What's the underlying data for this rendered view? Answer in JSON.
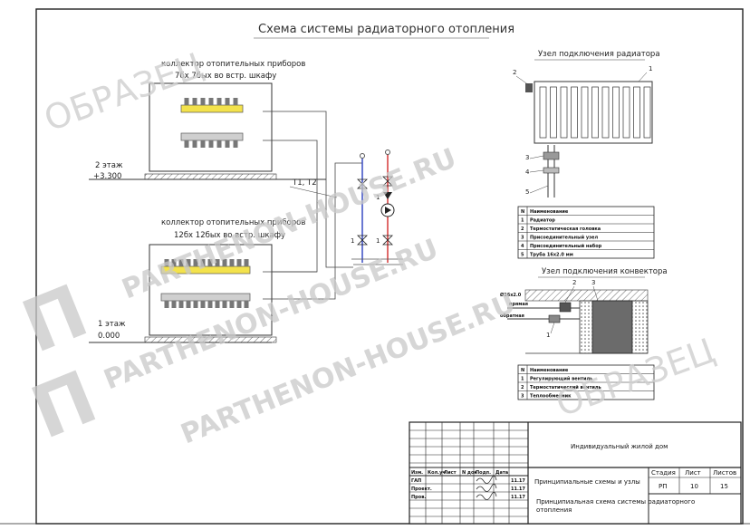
{
  "drawing": {
    "title": "Схема системы радиаторного отопления",
    "floors": {
      "second_label": "2 этаж",
      "second_level": "+3.300",
      "first_label": "1 этаж",
      "first_level": "0.000"
    },
    "collector_top": {
      "line1": "коллектор отопительных приборов",
      "line2": "7бх 7бых во встр. шкафу"
    },
    "collector_bottom": {
      "line1": "коллектор отопительных приборов",
      "line2": "12бх 12бых во встр. шкафу"
    },
    "pipe_label": "Т1, Т2",
    "pump_labels": [
      "1",
      "1",
      "1"
    ],
    "radiator_unit": {
      "title": "Узел подключения радиатора",
      "callouts": [
        "1",
        "2",
        "3",
        "4",
        "5"
      ],
      "table_header": [
        "N",
        "Наименование"
      ],
      "rows": [
        [
          "1",
          "Радиатор"
        ],
        [
          "2",
          "Термостатическая головка"
        ],
        [
          "3",
          "Присоединительный узел"
        ],
        [
          "4",
          "Присоединительный набор"
        ],
        [
          "5",
          "Труба 16х2.0 мм"
        ]
      ]
    },
    "convector_unit": {
      "title": "Узел подключения конвектора",
      "callouts": [
        "1",
        "2",
        "3"
      ],
      "labels": [
        "Ø16х2.0",
        "прямая",
        "обратная"
      ],
      "table_header": [
        "N",
        "Наименование"
      ],
      "rows": [
        [
          "1",
          "Регулирующий вентиль"
        ],
        [
          "2",
          "Термостатический вентиль"
        ],
        [
          "3",
          "Теплообменник"
        ]
      ]
    }
  },
  "watermarks": {
    "sample": "ОБРАЗЕЦ",
    "brand": "PARTHENON-HOUSE.RU",
    "logo_letter": "П"
  },
  "stamp": {
    "project": "Индивидуальный жилой дом",
    "header": [
      "Изм.",
      "Кол.уч",
      "Лист",
      "N док",
      "Подп.",
      "Дата"
    ],
    "roles": [
      {
        "role": "ГАП",
        "date": "11.17"
      },
      {
        "role": "Проект.",
        "date": "11.17"
      },
      {
        "role": "Пров.",
        "date": "11.17"
      }
    ],
    "section": "Принципиальные схемы и узлы",
    "sheet_title": "Принципиальная схема системы радиаторного отопления",
    "stage_label": "Стадия",
    "sheet_label": "Лист",
    "sheets_label": "Листов",
    "stage": "РП",
    "sheet": "10",
    "sheets": "15"
  }
}
